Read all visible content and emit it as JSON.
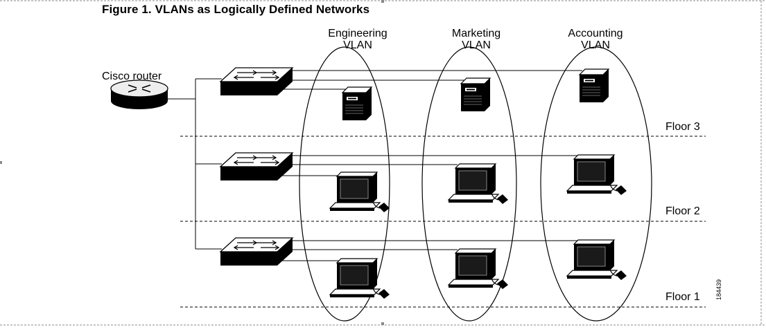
{
  "figure": {
    "title": "Figure 1. VLANs as Logically Defined Networks",
    "router_label": "Cisco router",
    "vlans": [
      {
        "line1": "Engineering",
        "line2": "VLAN"
      },
      {
        "line1": "Marketing",
        "line2": "VLAN"
      },
      {
        "line1": "Accounting",
        "line2": "VLAN"
      }
    ],
    "floors": [
      "Floor 3",
      "Floor 2",
      "Floor 1"
    ],
    "figure_code": "184439"
  }
}
